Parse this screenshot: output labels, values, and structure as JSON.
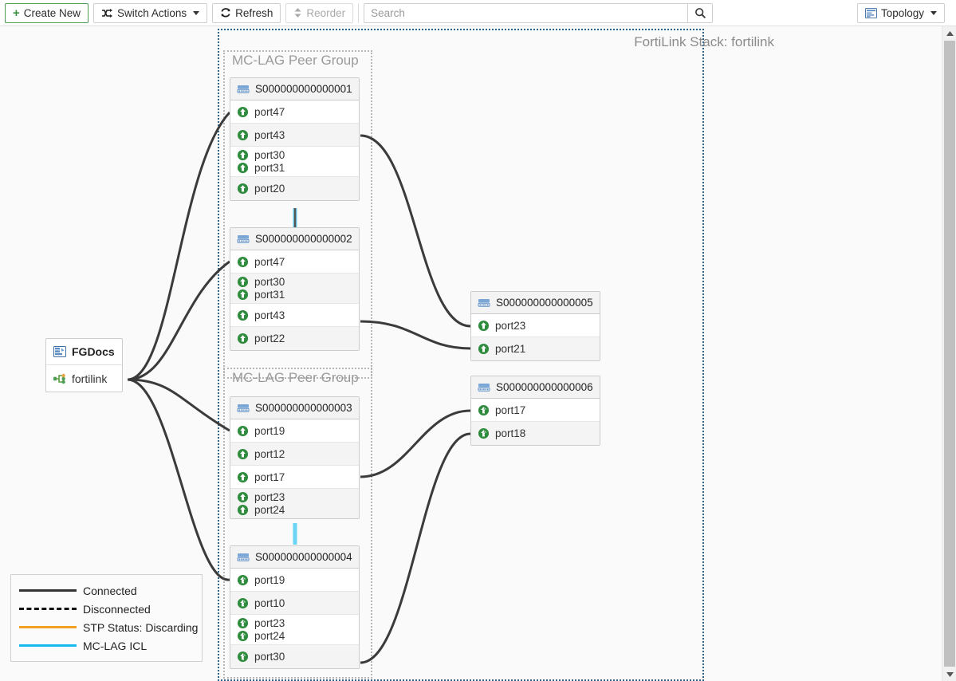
{
  "toolbar": {
    "create_new": "Create New",
    "switch_actions": "Switch Actions",
    "refresh": "Refresh",
    "reorder": "Reorder",
    "search_placeholder": "Search",
    "search_value": "",
    "view_mode": "Topology",
    "icons": {
      "plus": "plus-icon",
      "switch_actions": "shuffle-icon",
      "refresh": "refresh-icon",
      "reorder": "sort-updown-icon",
      "search": "search-icon",
      "topology": "topology-view-icon"
    }
  },
  "canvas": {
    "stack_title": "FortiLink Stack: fortilink",
    "mclag_group_label": "MC-LAG Peer Group"
  },
  "fortigate": {
    "name": "FGDocs",
    "interface": "fortilink"
  },
  "switches": [
    {
      "id": "sw1",
      "name": "S000000000000001",
      "ports": [
        {
          "label": "port47",
          "state": "up"
        },
        {
          "label": "port43",
          "state": "up"
        },
        {
          "label": "port30",
          "state": "up",
          "group": "lag-a"
        },
        {
          "label": "port31",
          "state": "up",
          "group": "lag-a"
        },
        {
          "label": "port20",
          "state": "up"
        }
      ]
    },
    {
      "id": "sw2",
      "name": "S000000000000002",
      "ports": [
        {
          "label": "port47",
          "state": "up"
        },
        {
          "label": "port30",
          "state": "up",
          "group": "lag-a"
        },
        {
          "label": "port31",
          "state": "up",
          "group": "lag-a"
        },
        {
          "label": "port43",
          "state": "up"
        },
        {
          "label": "port22",
          "state": "up"
        }
      ]
    },
    {
      "id": "sw3",
      "name": "S000000000000003",
      "ports": [
        {
          "label": "port19",
          "state": "up"
        },
        {
          "label": "port12",
          "state": "up"
        },
        {
          "label": "port17",
          "state": "up"
        },
        {
          "label": "port23",
          "state": "up",
          "group": "lag-b"
        },
        {
          "label": "port24",
          "state": "up",
          "group": "lag-b"
        }
      ]
    },
    {
      "id": "sw4",
      "name": "S000000000000004",
      "ports": [
        {
          "label": "port19",
          "state": "up-poe"
        },
        {
          "label": "port10",
          "state": "up-poe"
        },
        {
          "label": "port23",
          "state": "up-poe",
          "group": "lag-b"
        },
        {
          "label": "port24",
          "state": "up-poe",
          "group": "lag-b"
        },
        {
          "label": "port30",
          "state": "up-poe"
        }
      ]
    },
    {
      "id": "sw5",
      "name": "S000000000000005",
      "ports": [
        {
          "label": "port23",
          "state": "up"
        },
        {
          "label": "port21",
          "state": "up"
        }
      ]
    },
    {
      "id": "sw6",
      "name": "S000000000000006",
      "ports": [
        {
          "label": "port17",
          "state": "up-poe"
        },
        {
          "label": "port18",
          "state": "up-poe"
        }
      ]
    }
  ],
  "legend": [
    {
      "label": "Connected",
      "style": "solid",
      "color": "#333333"
    },
    {
      "label": "Disconnected",
      "style": "dashed",
      "color": "#111111"
    },
    {
      "label": "STP Status: Discarding",
      "style": "solid",
      "color": "#f0a022"
    },
    {
      "label": "MC-LAG ICL",
      "style": "solid",
      "color": "#19b8ef"
    }
  ],
  "colors": {
    "stack_border": "#2e6289",
    "group_border": "#b6b6b6",
    "link": "#3b3b3b",
    "icl": "#6ad4f5",
    "port_up": "#2f8c3e"
  }
}
